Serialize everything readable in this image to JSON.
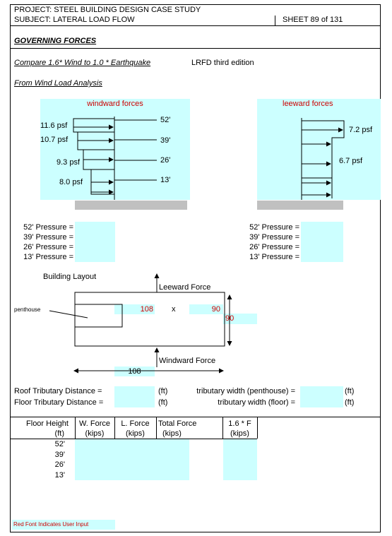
{
  "header": {
    "project": "PROJECT:  STEEL BUILDING DESIGN CASE STUDY",
    "subject": "SUBJECT:  LATERAL LOAD FLOW",
    "sheet": "SHEET  89  of  131"
  },
  "section_title": "GOVERNING FORCES",
  "compare_text": "Compare 1.6* Wind to 1.0 * Earthquake",
  "code_edition": "LRFD third edition",
  "from_text": "From Wind Load Analysis",
  "windward": {
    "title": "windward forces",
    "pressures": [
      "11.6 psf",
      "10.7 psf",
      "9.3 psf",
      "8.0 psf"
    ],
    "levels": [
      "52'",
      "39'",
      "26'",
      "13'"
    ]
  },
  "leeward": {
    "title": "leeward forces",
    "pressures": [
      "7.2 psf",
      "6.7 psf"
    ]
  },
  "windward_pressure_labels": [
    "52' Pressure =",
    "39' Pressure =",
    "26' Pressure =",
    "13' Pressure ="
  ],
  "leeward_pressure_labels": [
    "52' Pressure =",
    "39' Pressure =",
    "26' Pressure =",
    "13' Pressure ="
  ],
  "layout": {
    "title": "Building Layout",
    "penthouse": "penthouse",
    "leeward_force": "Leeward Force",
    "windward_force": "Windward Force",
    "length": "108",
    "times": "x",
    "width": "90",
    "side_dim": "90",
    "bottom_dim": "108"
  },
  "tributary": {
    "roof_label": "Roof Tributary Distance =",
    "floor_label": "Floor Tributary Distance =",
    "unit": "(ft)",
    "penthouse_label": "tributary width (penthouse) =",
    "floor_width_label": "tributary width (floor) ="
  },
  "table": {
    "headers": [
      {
        "line1": "Floor Height",
        "line2": "(ft)"
      },
      {
        "line1": "W. Force",
        "line2": "(kips)"
      },
      {
        "line1": "L. Force",
        "line2": "(kips)"
      },
      {
        "line1": "Total Force",
        "line2": "(kips)"
      },
      {
        "line1": "1.6 * F",
        "line2": "(kips)"
      }
    ],
    "heights": [
      "52'",
      "39'",
      "26'",
      "13'"
    ]
  },
  "footer_note": "Red Font Indicates User Input",
  "colors": {
    "input_fill": "#ccffff",
    "user_input_text": "#cc0000",
    "ground": "#c0c0c0"
  }
}
